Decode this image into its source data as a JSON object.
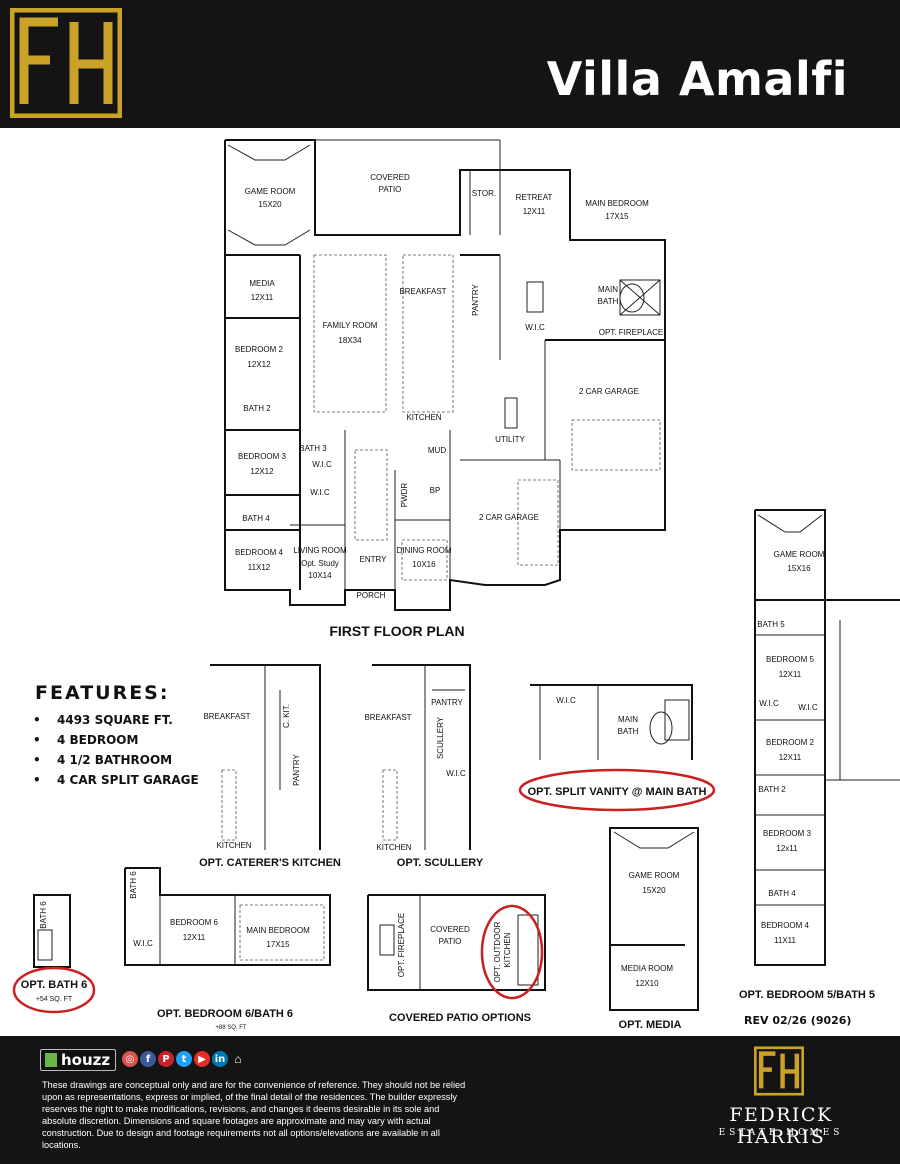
{
  "header": {
    "title": "Villa Amalfi",
    "logo_text": "FH",
    "logo_color": "#c9a227"
  },
  "first_floor": {
    "caption": "FIRST FLOOR PLAN",
    "rooms": {
      "game_room": "GAME ROOM",
      "game_room_size": "15X20",
      "covered_patio_a": "COVERED",
      "covered_patio_b": "PATIO",
      "stor": "STOR.",
      "retreat": "RETREAT",
      "retreat_size": "12X11",
      "main_bedroom": "MAIN BEDROOM",
      "main_bedroom_size": "17X15",
      "media": "MEDIA",
      "media_size": "12X11",
      "family_room": "FAMILY ROOM",
      "family_room_size": "18X34",
      "breakfast": "BREAKFAST",
      "pantry": "PANTRY",
      "wic": "W.I.C",
      "main_bath_a": "MAIN",
      "main_bath_b": "BATH",
      "opt_fireplace": "OPT. FIREPLACE",
      "bedroom2": "BEDROOM 2",
      "bedroom2_size": "12X12",
      "bath2": "BATH 2",
      "kitchen": "KITCHEN",
      "garage_2car_a": "2 CAR GARAGE",
      "utility": "UTILITY",
      "bath3": "BATH 3",
      "wic3": "W.I.C",
      "bedroom3": "BEDROOM 3",
      "bedroom3_size": "12X12",
      "mud": "MUD",
      "wic4": "W.I.C",
      "pwdr": "PWDR",
      "bp": "BP",
      "bath4": "BATH 4",
      "garage_2car_b": "2 CAR GARAGE",
      "bedroom4": "BEDROOM 4",
      "bedroom4_size": "11X12",
      "living_room": "LIVING ROOM",
      "living_study": "Opt. Study",
      "living_size": "10X14",
      "entry": "ENTRY",
      "dining_room": "DINING ROOM",
      "dining_size": "10X16",
      "porch": "PORCH"
    }
  },
  "features": {
    "heading": "FEATURES:",
    "items": [
      "4493 SQUARE FT.",
      "4 BEDROOM",
      "4 1/2 BATHROOM",
      "4 CAR SPLIT GARAGE"
    ]
  },
  "options": {
    "caterers": {
      "caption": "OPT. CATERER'S KITCHEN",
      "breakfast": "BREAKFAST",
      "kitchen": "KITCHEN",
      "ckit": "C. KIT.",
      "pantry": "PANTRY"
    },
    "scullery": {
      "caption": "OPT. SCULLERY",
      "breakfast": "BREAKFAST",
      "kitchen": "KITCHEN",
      "pantry": "PANTRY",
      "scullery": "SCULLERY",
      "wic": "W.I.C"
    },
    "split_vanity": {
      "caption": "OPT. SPLIT VANITY @ MAIN BATH",
      "wic": "W.I.C",
      "main": "MAIN",
      "bath": "BATH"
    },
    "bath6": {
      "caption": "OPT. BATH 6",
      "sqft": "+54 SQ. FT",
      "label": "BATH 6"
    },
    "bedroom6": {
      "caption": "OPT. BEDROOM 6/BATH 6",
      "sqft": "+88 SQ. FT",
      "bath6": "BATH 6",
      "wic": "W.I.C",
      "bedroom6": "BEDROOM 6",
      "bedroom6_size": "12X11",
      "main_bedroom": "MAIN BEDROOM",
      "main_bedroom_size": "17X15"
    },
    "patio": {
      "caption": "COVERED PATIO OPTIONS",
      "fireplace": "OPT. FIREPLACE",
      "covered": "COVERED",
      "patio": "PATIO",
      "outdoor_a": "OPT. OUTDOOR",
      "outdoor_b": "KITCHEN"
    },
    "media": {
      "caption": "OPT. MEDIA",
      "game_room": "GAME ROOM",
      "game_room_size": "15X20",
      "media_room": "MEDIA ROOM",
      "media_room_size": "12X10"
    },
    "bedroom5": {
      "caption": "OPT. BEDROOM 5/BATH 5",
      "game_room": "GAME ROOM",
      "game_room_size": "15X16",
      "bath5": "BATH 5",
      "bedroom5": "BEDROOM 5",
      "bedroom5_size": "12X11",
      "wic_a": "W.I.C",
      "wic_b": "W.I.C",
      "bedroom2": "BEDROOM 2",
      "bedroom2_size": "12X11",
      "bath2": "BATH 2",
      "bedroom3": "BEDROOM 3",
      "bedroom3_size": "12x11",
      "bath4": "BATH 4",
      "bedroom4": "BEDROOM 4",
      "bedroom4_size": "11X11"
    }
  },
  "revision": "REV 02/26 (9026)",
  "footer": {
    "houzz": "houzz",
    "social": [
      {
        "icon": "instagram-icon",
        "glyph": "◎",
        "color": "#d9534f"
      },
      {
        "icon": "facebook-icon",
        "glyph": "f",
        "color": "#3b5998"
      },
      {
        "icon": "pinterest-icon",
        "glyph": "P",
        "color": "#c8232c"
      },
      {
        "icon": "twitter-icon",
        "glyph": "t",
        "color": "#1da1f2"
      },
      {
        "icon": "youtube-icon",
        "glyph": "▶",
        "color": "#e52d27"
      },
      {
        "icon": "linkedin-icon",
        "glyph": "in",
        "color": "#0077b5"
      }
    ],
    "disclaimer": "These drawings are conceptual only and are for the convenience of reference. They should not be relied upon as representations, express or implied, of the final detail of the residences. The builder expressly reserves the right to make modifications, revisions, and changes it deems desirable in its sole and absolute discretion. Dimensions and square footages are approximate and may vary with actual construction. Due to design and footage requirements not all options/elevations are available in all locations.",
    "brand_logo": "FH",
    "brand_name": "FEDRICK HARRIS",
    "brand_sub": "ESTATE HOMES"
  }
}
